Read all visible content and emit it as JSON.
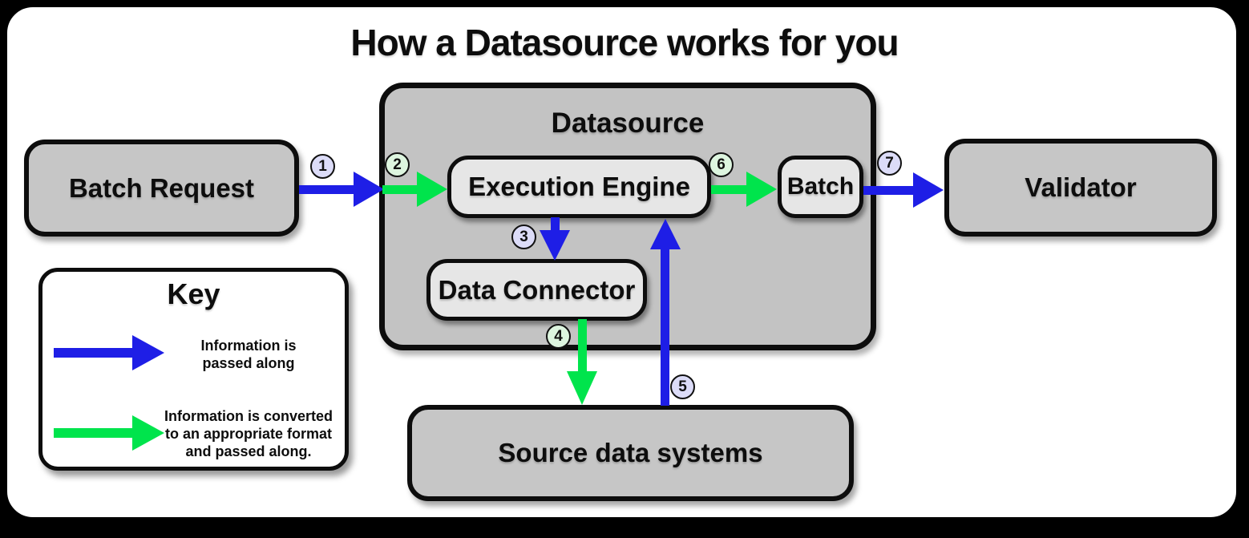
{
  "title": "How a Datasource works for you",
  "nodes": {
    "batch_request": "Batch Request",
    "datasource": "Datasource",
    "execution_engine": "Execution Engine",
    "data_connector": "Data Connector",
    "batch": "Batch",
    "validator": "Validator",
    "source_data_systems": "Source data systems"
  },
  "steps": [
    {
      "number": "1",
      "arrow": "blue",
      "from": "Batch Request",
      "to": "Datasource"
    },
    {
      "number": "2",
      "arrow": "green",
      "from": "Datasource boundary",
      "to": "Execution Engine"
    },
    {
      "number": "3",
      "arrow": "blue",
      "from": "Execution Engine",
      "to": "Data Connector"
    },
    {
      "number": "4",
      "arrow": "green",
      "from": "Data Connector",
      "to": "Source data systems"
    },
    {
      "number": "5",
      "arrow": "blue",
      "from": "Source data systems",
      "to": "Execution Engine"
    },
    {
      "number": "6",
      "arrow": "green",
      "from": "Execution Engine",
      "to": "Batch"
    },
    {
      "number": "7",
      "arrow": "blue",
      "from": "Batch",
      "to": "Validator"
    }
  ],
  "key": {
    "title": "Key",
    "entries": [
      {
        "arrow": "blue",
        "lines": [
          "Information is",
          "passed along",
          ""
        ]
      },
      {
        "arrow": "green",
        "lines": [
          "Information is converted",
          "to an appropriate format",
          "and passed along."
        ]
      }
    ]
  },
  "colors": {
    "pass_arrow_blue": "#1e1ee6",
    "convert_arrow_green": "#00e44c",
    "badge_blue_fill": "#dcdcf8",
    "badge_green_fill": "#ddf5df",
    "outer_box_fill": "#c6c6c6",
    "datasource_container_fill": "#c3c3c3",
    "inner_box_fill": "#e6e6e6",
    "frame_background": "#000000",
    "card_background": "#ffffff"
  }
}
